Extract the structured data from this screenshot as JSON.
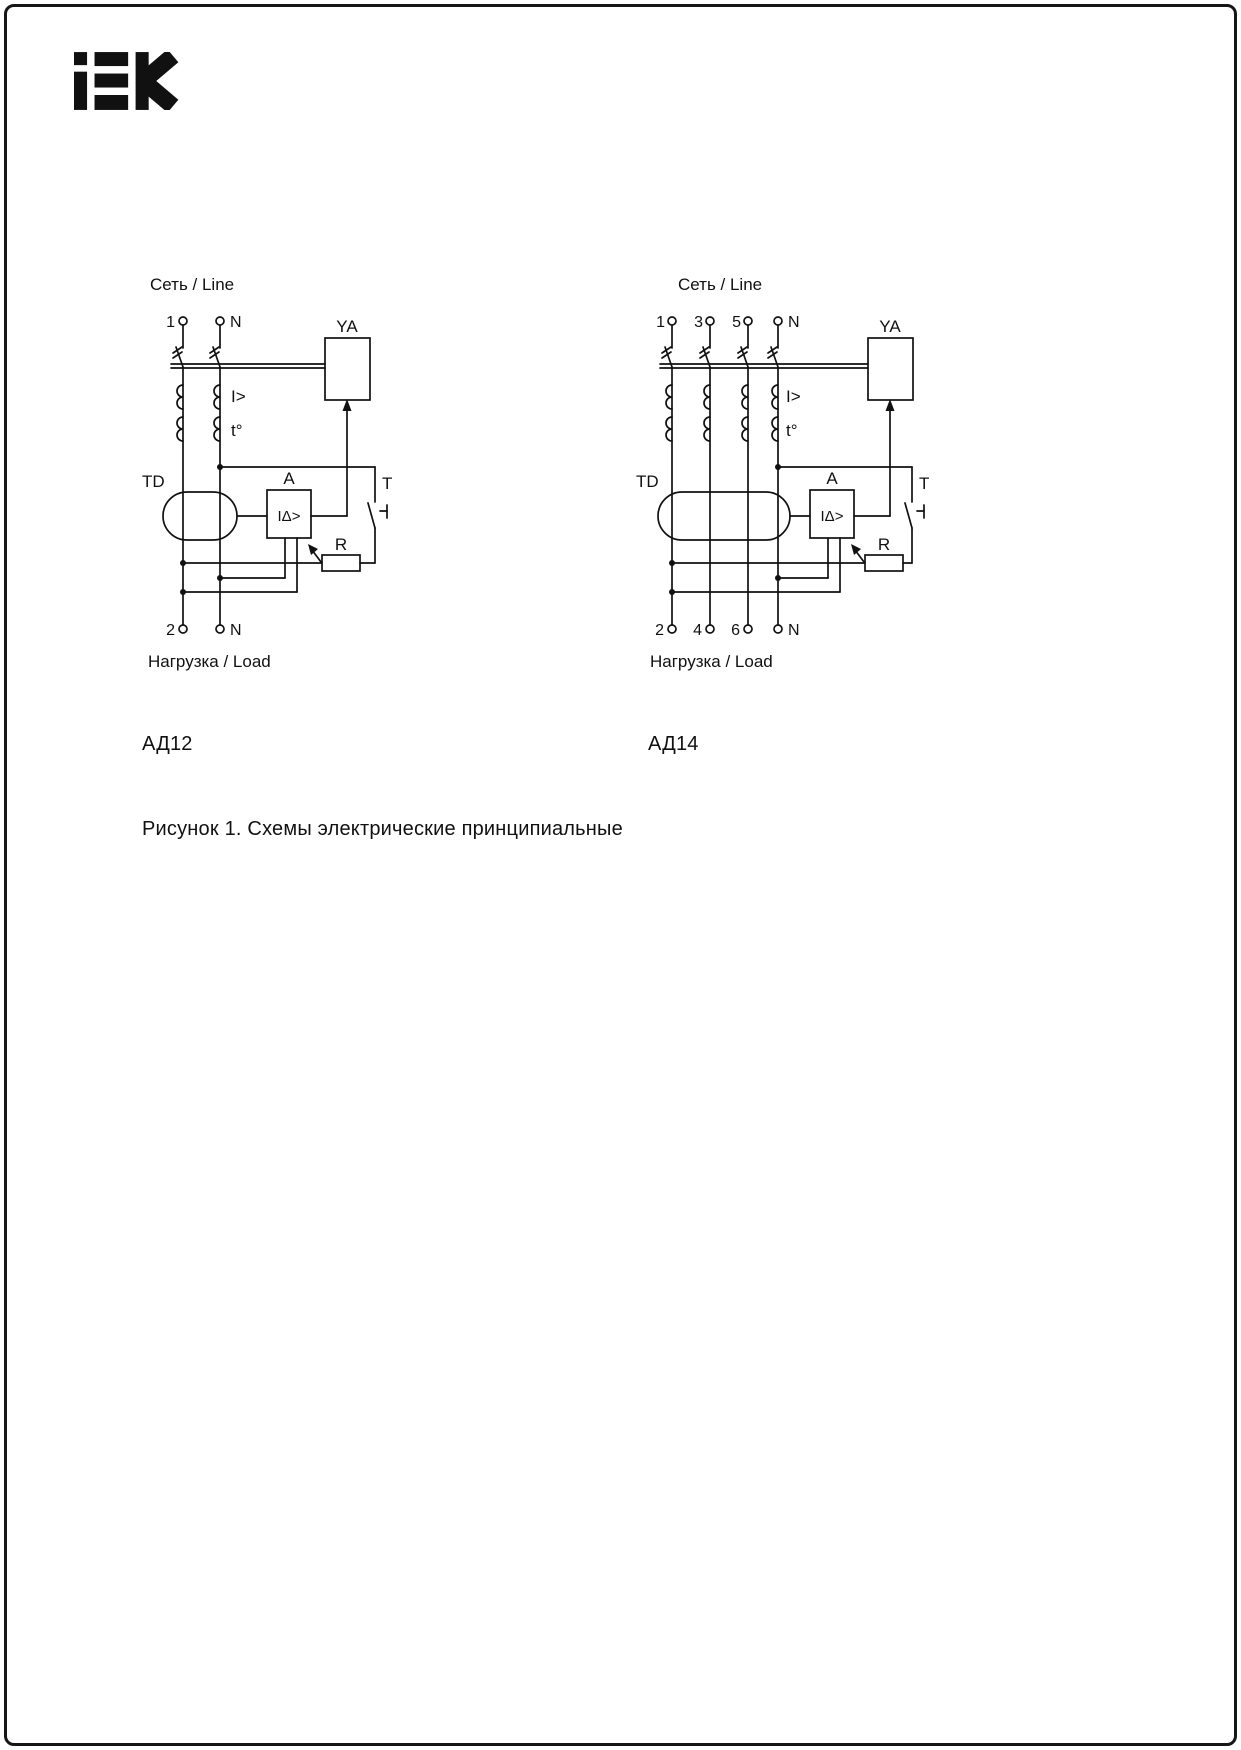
{
  "brand": {
    "logo_text": "iEK"
  },
  "caption": "Рисунок 1. Схемы электрические принципиальные",
  "diagrams": [
    {
      "model": "АД12",
      "line_label": "Сеть / Line",
      "load_label": "Нагрузка / Load",
      "top_terminals": [
        "1",
        "N"
      ],
      "bottom_terminals": [
        "2",
        "N"
      ],
      "components": {
        "trip_coil": "YA",
        "overcurrent_release": "I>",
        "thermal_release": "t°",
        "diff_transformer": "TD",
        "amplifier": "A",
        "diff_current": "IΔ>",
        "test_button": "T",
        "test_resistor": "R"
      }
    },
    {
      "model": "АД14",
      "line_label": "Сеть / Line",
      "load_label": "Нагрузка / Load",
      "top_terminals": [
        "1",
        "3",
        "5",
        "N"
      ],
      "bottom_terminals": [
        "2",
        "4",
        "6",
        "N"
      ],
      "components": {
        "trip_coil": "YA",
        "overcurrent_release": "I>",
        "thermal_release": "t°",
        "diff_transformer": "TD",
        "amplifier": "A",
        "diff_current": "IΔ>",
        "test_button": "T",
        "test_resistor": "R"
      }
    }
  ]
}
